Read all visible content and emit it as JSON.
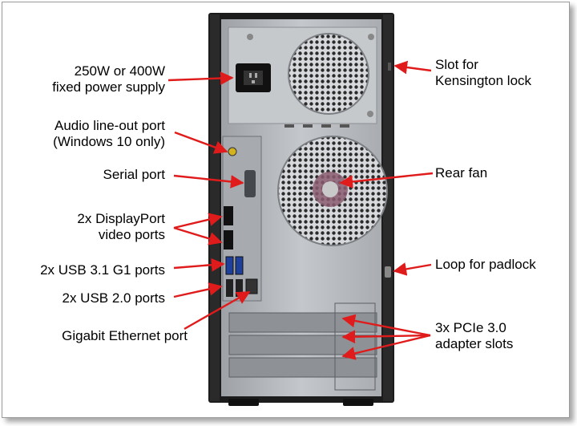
{
  "labels": {
    "power_supply": [
      "250W or 400W",
      "fixed power supply"
    ],
    "audio_port": [
      "Audio line-out port",
      "(Windows 10 only)"
    ],
    "serial_port": "Serial port",
    "displayport": [
      "2x DisplayPort",
      "video ports"
    ],
    "usb31": "2x USB 3.1 G1 ports",
    "usb20": "2x USB 2.0 ports",
    "ethernet": "Gigabit Ethernet port",
    "kensington": [
      "Slot for",
      "Kensington lock"
    ],
    "rear_fan": "Rear fan",
    "padlock": "Loop for padlock",
    "pcie": [
      "3x PCIe 3.0",
      "adapter slots"
    ]
  },
  "colors": {
    "arrow": "#e01b1b",
    "chassis": "#1c1c1c",
    "panel": "#b9bcc0"
  }
}
